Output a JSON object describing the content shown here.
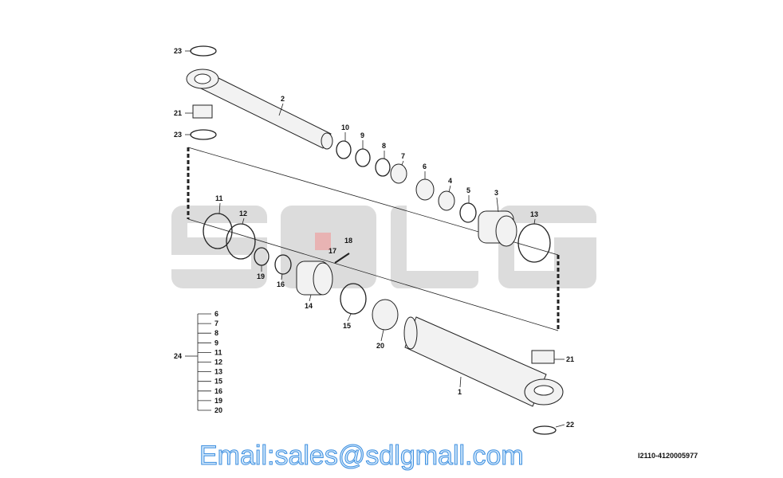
{
  "watermark": {
    "brand": "SDLG",
    "email": "Email:sales@sdlgmall.com",
    "grey": "#d9d9d9",
    "accent": "#e8b3b3",
    "email_color": "#3d8fe0"
  },
  "drawing_code": "I2110-4120005977",
  "callouts": [
    "23",
    "2",
    "21",
    "23",
    "10",
    "9",
    "8",
    "7",
    "6",
    "4",
    "5",
    "3",
    "13",
    "11",
    "12",
    "18",
    "17",
    "19",
    "16",
    "14",
    "15",
    "20",
    "1",
    "21",
    "22"
  ],
  "kit": {
    "number": "24",
    "items": [
      "6",
      "7",
      "8",
      "9",
      "11",
      "12",
      "13",
      "15",
      "16",
      "19",
      "20"
    ]
  }
}
